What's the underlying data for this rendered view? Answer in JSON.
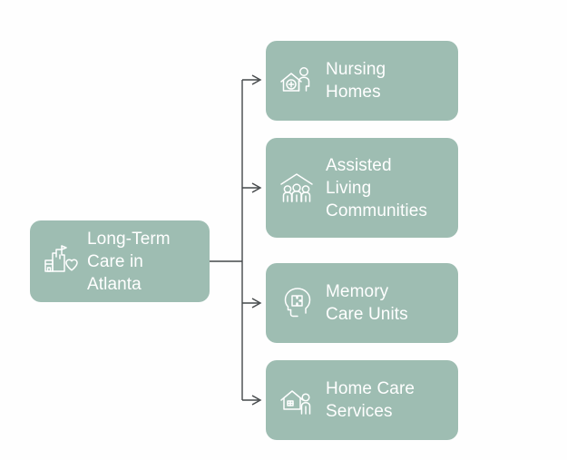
{
  "diagram": {
    "type": "hierarchy-tree",
    "orientation": "left-to-right",
    "colors": {
      "node_fill": "#9ebdb2",
      "node_text": "#ffffff",
      "connector": "#44484a",
      "background": "#ffffff"
    },
    "root": {
      "label": "Long-Term\nCare in\nAtlanta",
      "icon": "hospital-building-heart-icon"
    },
    "children": [
      {
        "label": "Nursing\nHomes",
        "icon": "nursing-home-person-icon"
      },
      {
        "label": "Assisted\nLiving\nCommunities",
        "icon": "assisted-living-group-icon"
      },
      {
        "label": "Memory\nCare Units",
        "icon": "memory-head-puzzle-icon"
      },
      {
        "label": "Home Care\nServices",
        "icon": "home-care-person-icon"
      }
    ]
  }
}
